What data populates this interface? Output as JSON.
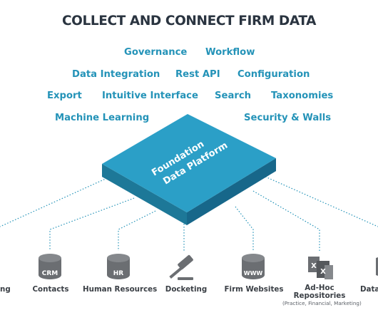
{
  "title": "COLLECT AND CONNECT FIRM DATA",
  "features": [
    "Governance",
    "Workflow",
    "Data Integration",
    "Rest API",
    "Configuration",
    "Export",
    "Intuitive Interface",
    "Search",
    "Taxonomies",
    "Machine Learning",
    "Security & Walls"
  ],
  "platform": {
    "line1": "Foundation",
    "line2": "Data Platform"
  },
  "sources": {
    "left_cut": "ng",
    "contacts": "Contacts",
    "contacts_icon": "CRM",
    "hr": "Human Resources",
    "hr_icon": "HR",
    "docketing": "Docketing",
    "websites": "Firm Websites",
    "websites_icon": "WWW",
    "adhoc_line1": "Ad-Hoc",
    "adhoc_line2": "Repositories",
    "adhoc_sub": "(Practice, Financial, Marketing)",
    "right_cut": "Data"
  },
  "colors": {
    "accent": "#2493b8",
    "platform_top": "#2b9fc7",
    "platform_side": "#1d7898",
    "icon": "#6b6e72"
  }
}
